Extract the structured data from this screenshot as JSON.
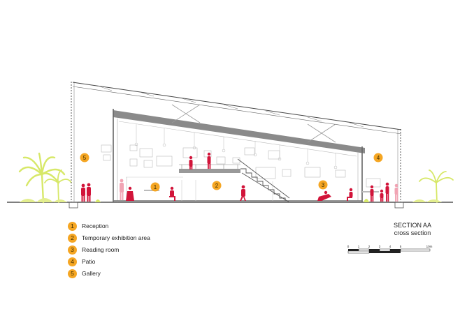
{
  "section_title": {
    "line1": "SECTION AA",
    "line2": "cross section"
  },
  "legend": [
    {
      "number": "1",
      "label": "Reception"
    },
    {
      "number": "2",
      "label": "Temporary exhibition area"
    },
    {
      "number": "3",
      "label": "Reading room"
    },
    {
      "number": "4",
      "label": "Patio"
    },
    {
      "number": "5",
      "label": "Gallery"
    }
  ],
  "markers": [
    "5",
    "1",
    "2",
    "3",
    "4"
  ],
  "scale_bar": {
    "labels": [
      "0",
      "1",
      "2",
      "3",
      "4",
      "5",
      "10m"
    ]
  },
  "colors": {
    "marker": "#f5a623",
    "people": "#d2143a",
    "palm": "#d7e868",
    "structure": "#777777",
    "line": "#444444"
  }
}
